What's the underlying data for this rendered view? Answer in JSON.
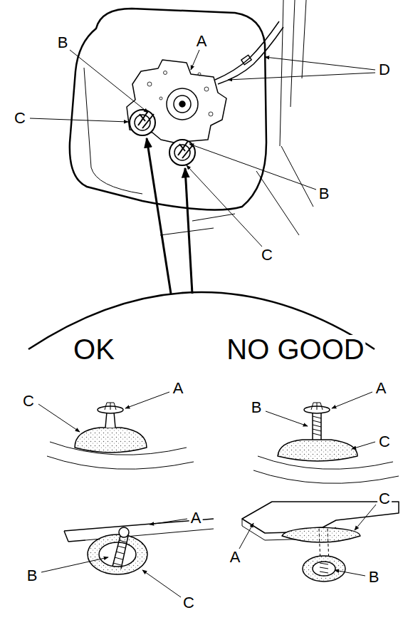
{
  "diagram": {
    "labels": [
      "A",
      "B",
      "D",
      "C",
      "B",
      "C",
      "OK",
      "NO GOOD",
      "C",
      "A",
      "A",
      "B",
      "C",
      "A",
      "B",
      "C",
      "C",
      "A",
      "B"
    ]
  }
}
